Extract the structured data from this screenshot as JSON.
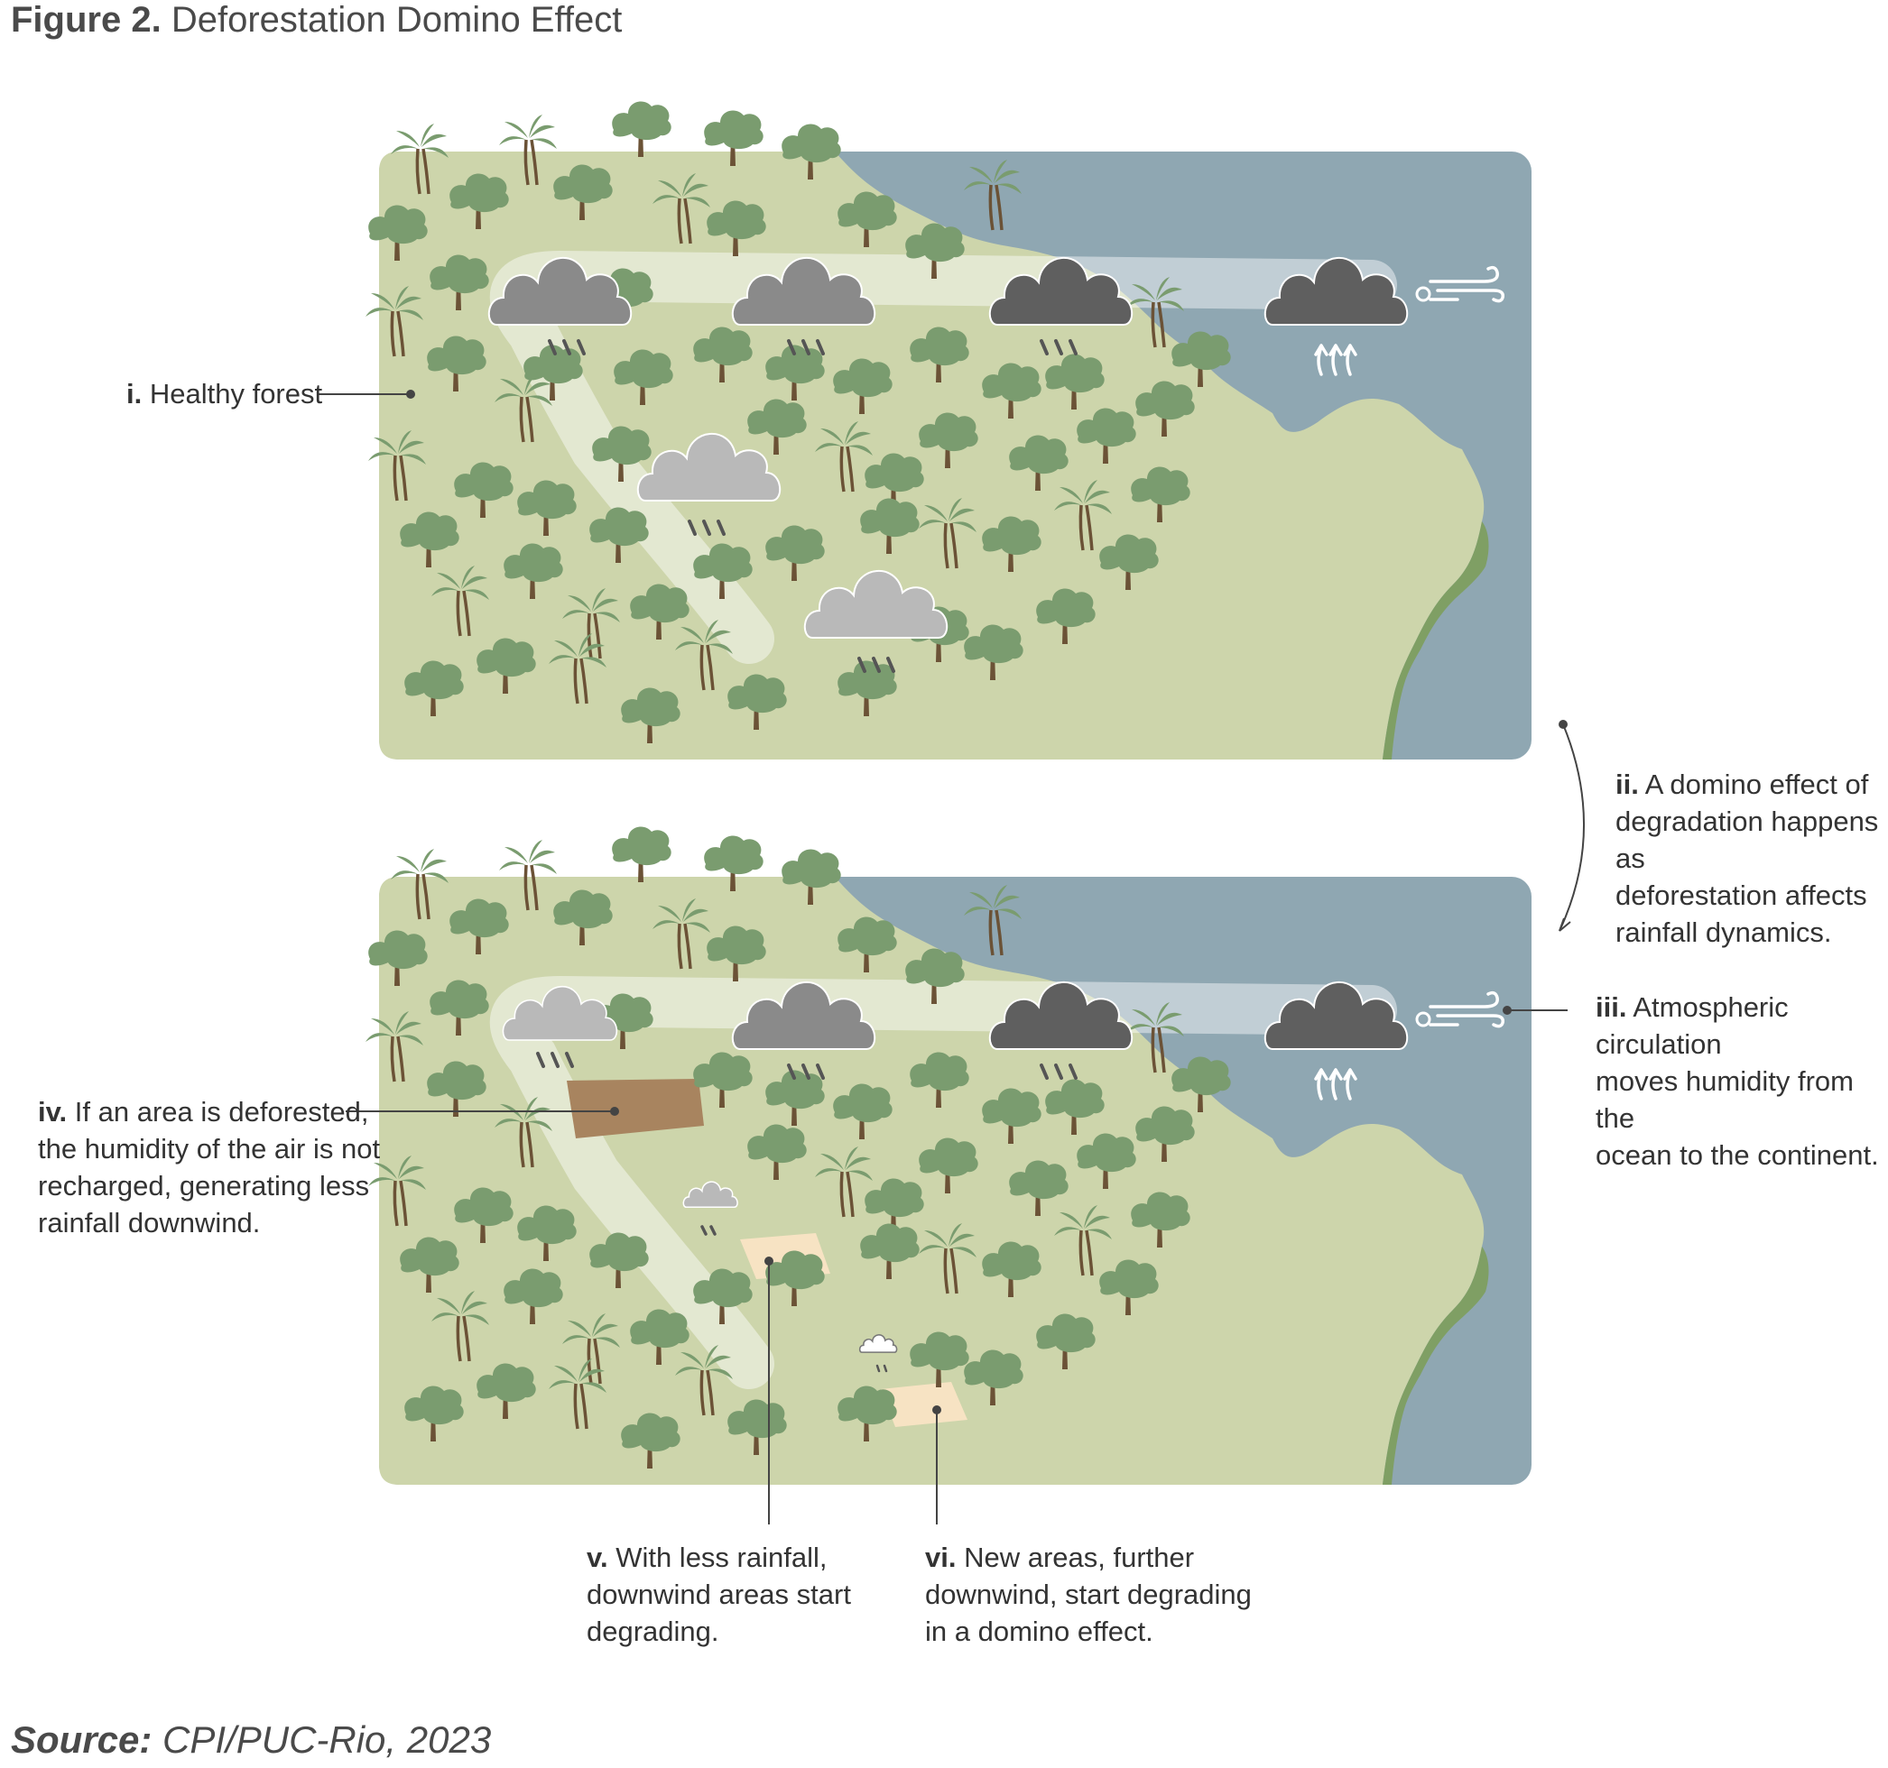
{
  "title": {
    "label": "Figure 2.",
    "text": "Deforestation Domino Effect"
  },
  "annotations": {
    "i": {
      "num": "i.",
      "text": "Healthy forest"
    },
    "ii": {
      "num": "ii.",
      "line1": "A domino effect of",
      "line2": "degradation happens as",
      "line3": "deforestation affects",
      "line4": "rainfall dynamics."
    },
    "iii": {
      "num": "iii.",
      "line1": "Atmospheric circulation",
      "line2": "moves humidity from the",
      "line3": "ocean to the continent."
    },
    "iv": {
      "num": "iv.",
      "line1": "If an area is deforested,",
      "line2": "the humidity of the air is not",
      "line3": "recharged, generating less",
      "line4": "rainfall downwind."
    },
    "v": {
      "num": "v.",
      "line1": "With less rainfall,",
      "line2": "downwind areas start",
      "line3": "degrading."
    },
    "vi": {
      "num": "vi.",
      "line1": "New areas, further",
      "line2": "downwind, start degrading",
      "line3": "in a domino effect."
    }
  },
  "source": {
    "label": "Source:",
    "text": "CPI/PUC-Rio, 2023"
  },
  "colors": {
    "land": "#cdd5ab",
    "ocean": "#8fa7b2",
    "coast": "#7f9f64",
    "tree_canopy": "#7a9c6f",
    "tree_trunk": "#6b5236",
    "cloud_dark": "#5f5f5f",
    "cloud_mid": "#8a8a8a",
    "cloud_light": "#b9b9b9",
    "deforested": "#a8845f",
    "degraded": "#f7e3c3"
  }
}
